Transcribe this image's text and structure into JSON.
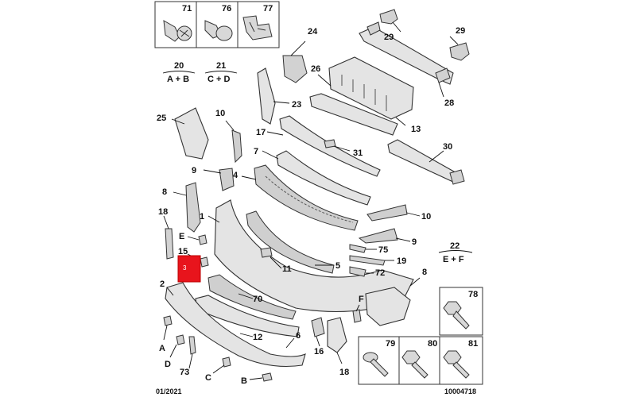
{
  "hardware_boxes": [
    {
      "label": "71",
      "icon": "screw-icon"
    },
    {
      "label": "76",
      "icon": "round-screw-icon"
    },
    {
      "label": "77",
      "icon": "clip-icon"
    },
    {
      "label": "78",
      "icon": "hex-bolt-icon"
    },
    {
      "label": "79",
      "icon": "screw-icon"
    },
    {
      "label": "80",
      "icon": "hex-bolt-icon"
    },
    {
      "label": "81",
      "icon": "hex-bolt-icon"
    }
  ],
  "groupings": [
    {
      "number": "20",
      "formula": "A + B"
    },
    {
      "number": "21",
      "formula": "C + D"
    },
    {
      "number": "22",
      "formula": "E + F"
    }
  ],
  "part_labels": {
    "p1": "1",
    "p2": "2",
    "p4": "4",
    "p5": "5",
    "p6": "6",
    "p7": "7",
    "p8_left": "8",
    "p8_right": "8",
    "p9_left": "9",
    "p9_right": "9",
    "p10_left": "10",
    "p10_right": "10",
    "p11": "11",
    "p12": "12",
    "p13": "13",
    "p15": "15",
    "p16": "16",
    "p17": "17",
    "p18_left": "18",
    "p18_bottom": "18",
    "p19": "19",
    "p23": "23",
    "p24": "24",
    "p25": "25",
    "p26": "26",
    "p28": "28",
    "p29_a": "29",
    "p29_b": "29",
    "p30": "30",
    "p31": "31",
    "p70": "70",
    "p72": "72",
    "p73": "73",
    "p75": "75",
    "pA": "A",
    "pB": "B",
    "pC": "C",
    "pD": "D",
    "pE": "E",
    "pF": "F"
  },
  "highlight": {
    "text": "3",
    "color": "#e8141c"
  },
  "footer": {
    "date": "01/2021",
    "reference": "10004718"
  }
}
